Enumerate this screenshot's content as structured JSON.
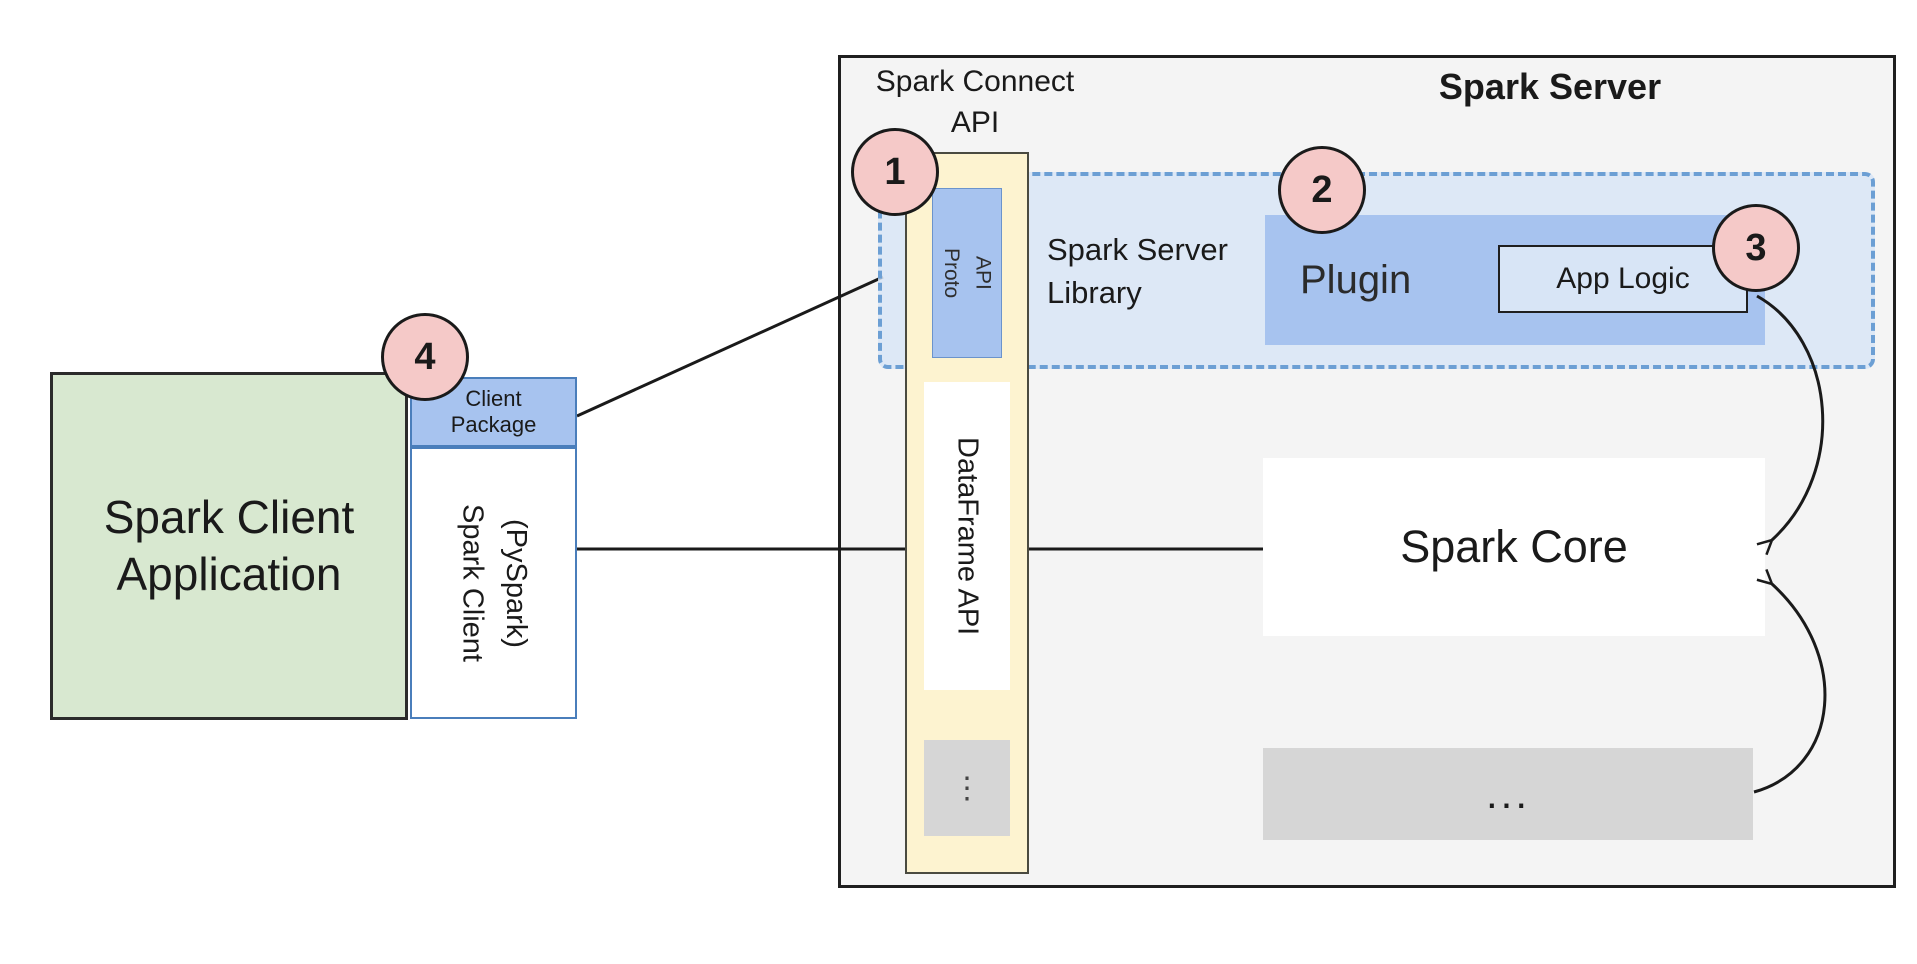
{
  "colors": {
    "server_background": "#f4f4f4",
    "client_green": "#d8e8d0",
    "blue_fill": "#a7c3ef",
    "blue_border": "#4a7ebb",
    "yellow_fill": "#fdf3d0",
    "dashed_fill": "#d8e5f6",
    "dashed_border": "#6c9fd4",
    "gray_fill": "#d6d6d6",
    "badge_pink": "#f5c9c8",
    "line_color": "#1a1a1a"
  },
  "client": {
    "application_label": "Spark Client\nApplication",
    "package_label": "Client\nPackage",
    "client_label": "Spark Client\n(PySpark)"
  },
  "server": {
    "title": "Spark Server",
    "connect_api_label": "Spark Connect\nAPI",
    "proto_api_label": "Proto\nAPI",
    "dataframe_api_label": "DataFrame API",
    "column_more_label": "⋮",
    "library_label": "Spark Server\nLibrary",
    "plugin_label": "Plugin",
    "app_logic_label": "App Logic",
    "core_label": "Spark Core",
    "more_label": "..."
  },
  "badges": {
    "one": "1",
    "two": "2",
    "three": "3",
    "four": "4"
  }
}
